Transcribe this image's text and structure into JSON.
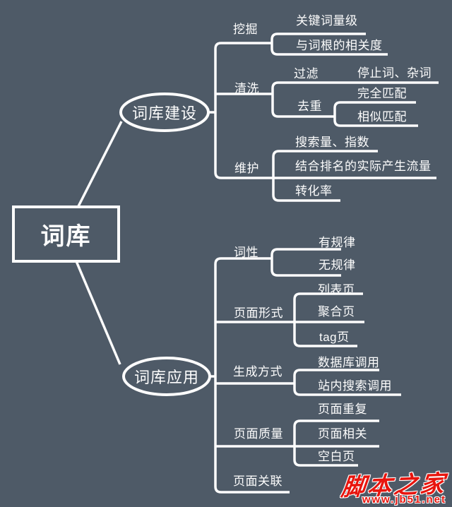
{
  "diagram": {
    "background_color": "#4e5a67",
    "line_color": "#fdfdfd",
    "text_color": "#fdfdfd"
  },
  "mindmap": {
    "root": {
      "label": "词库"
    },
    "branches": [
      {
        "label": "词库建设",
        "children": [
          {
            "label": "挖掘",
            "children": [
              {
                "label": "关键词量级"
              },
              {
                "label": "与词根的相关度"
              }
            ]
          },
          {
            "label": "清洗",
            "children": [
              {
                "label": "过滤",
                "children": [
                  {
                    "label": "停止词、杂词"
                  }
                ]
              },
              {
                "label": "去重",
                "children": [
                  {
                    "label": "完全匹配"
                  },
                  {
                    "label": "相似匹配"
                  }
                ]
              }
            ]
          },
          {
            "label": "维护",
            "children": [
              {
                "label": "搜索量、指数"
              },
              {
                "label": "结合排名的实际产生流量"
              },
              {
                "label": "转化率"
              }
            ]
          }
        ]
      },
      {
        "label": "词库应用",
        "children": [
          {
            "label": "词性",
            "children": [
              {
                "label": "有规律"
              },
              {
                "label": "无规律"
              }
            ]
          },
          {
            "label": "页面形式",
            "children": [
              {
                "label": "列表页"
              },
              {
                "label": "聚合页"
              },
              {
                "label": "tag页"
              }
            ]
          },
          {
            "label": "生成方式",
            "children": [
              {
                "label": "数据库调用"
              },
              {
                "label": "站内搜索调用"
              }
            ]
          },
          {
            "label": "页面质量",
            "children": [
              {
                "label": "页面重复"
              },
              {
                "label": "页面相关"
              },
              {
                "label": "空白页"
              }
            ]
          },
          {
            "label": "页面关联"
          }
        ]
      }
    ]
  },
  "watermark": {
    "site_name": "脚本之家",
    "site_url": "www.jb51.net",
    "color": "#e8150e"
  }
}
